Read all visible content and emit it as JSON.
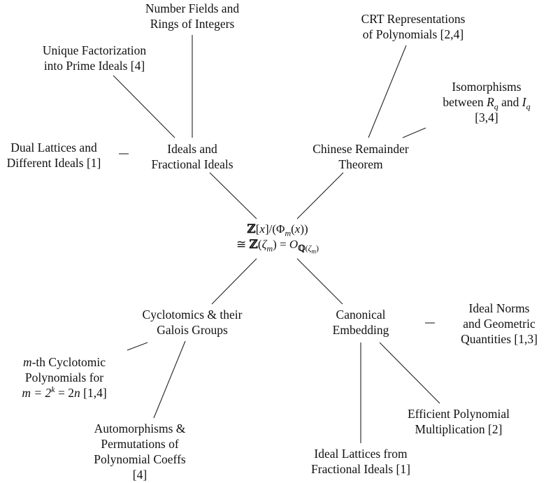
{
  "diagram": {
    "type": "mind-map",
    "center": {
      "line1": "ℤ[x]/(Φm(x))",
      "line2": "≅ ℤ(ζm) = O_ℚ(ζm)"
    },
    "nodes": {
      "ideals": [
        "Ideals and",
        "Fractional Ideals"
      ],
      "crt_theorem": [
        "Chinese Remainder",
        "Theorem"
      ],
      "cyclotomics": [
        "Cyclotomics & their",
        "Galois Groups"
      ],
      "canonical": [
        "Canonical",
        "Embedding"
      ],
      "number_fields": [
        "Number Fields and",
        "Rings of Integers"
      ],
      "unique_factorization": [
        "Unique Factorization",
        "into Prime Ideals [4]"
      ],
      "dual_lattices": [
        "Dual Lattices and",
        "Different Ideals [1]"
      ],
      "crt_representations": [
        "CRT Representations",
        "of Polynomials [2,4]"
      ],
      "isomorphisms": {
        "line1": "Isomorphisms",
        "line2_pre": "between ",
        "rq": "R",
        "q": "q",
        "and": " and ",
        "iq": "I",
        "line3": "[3,4]"
      },
      "mth_cyclotomic": {
        "m": "m",
        "line1_rest": "-th Cyclotomic",
        "line2": "Polynomials for",
        "line3_math": "m = 2",
        "k": "k",
        "line3_mid": " = 2",
        "n": "n",
        "line3_ref": " [1,4]"
      },
      "automorphisms": [
        "Automorphisms &",
        "Permutations of",
        "Polynomial Coeffs",
        "[4]"
      ],
      "ideal_norms": [
        "Ideal Norms",
        "and Geometric",
        "Quantities [1,3]"
      ],
      "efficient_mult": [
        "Efficient Polynomial",
        "Multiplication [2]"
      ],
      "ideal_lattices": [
        "Ideal Lattices from",
        "Fractional Ideals [1]"
      ]
    },
    "edges": [
      [
        "number_fields",
        "ideals"
      ],
      [
        "unique_factorization",
        "ideals"
      ],
      [
        "dual_lattices",
        "ideals"
      ],
      [
        "ideals",
        "center"
      ],
      [
        "crt_representations",
        "crt_theorem"
      ],
      [
        "isomorphisms",
        "crt_theorem"
      ],
      [
        "crt_theorem",
        "center"
      ],
      [
        "center",
        "cyclotomics"
      ],
      [
        "center",
        "canonical"
      ],
      [
        "cyclotomics",
        "mth_cyclotomic"
      ],
      [
        "cyclotomics",
        "automorphisms"
      ],
      [
        "canonical",
        "ideal_norms"
      ],
      [
        "canonical",
        "ideal_lattices"
      ],
      [
        "canonical",
        "efficient_mult"
      ]
    ],
    "line_color": "#222222",
    "text_color": "#111111"
  }
}
